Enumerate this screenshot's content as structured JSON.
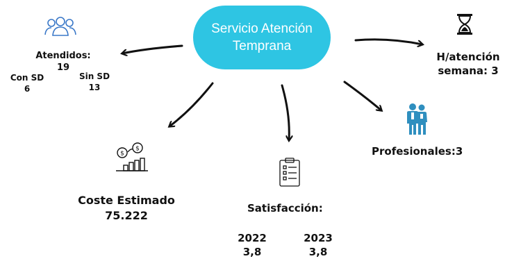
{
  "hub": {
    "line1": "Servicio Atención",
    "line2": "Temprana"
  },
  "atendidos": {
    "label": "Atendidos:",
    "value": "19"
  },
  "con_sd": {
    "label": "Con SD",
    "value": "6"
  },
  "sin_sd": {
    "label": "Sin SD",
    "value": "13"
  },
  "horas": {
    "line1": "H/atención",
    "line2": "semana: 3"
  },
  "profesionales": {
    "label": "Profesionales:3"
  },
  "coste": {
    "label": "Coste Estimado",
    "value": "75.222"
  },
  "satisfaccion": {
    "label": "Satisfacción:",
    "years": [
      {
        "year": "2022",
        "value": "3,8"
      },
      {
        "year": "2023",
        "value": "3,8"
      }
    ]
  },
  "colors": {
    "hub": "#2ec5e3",
    "text": "#111111",
    "professionals_icon": "#2f8fbf"
  },
  "icons": [
    "users-icon",
    "hourglass-icon",
    "professionals-icon",
    "cost-icon",
    "survey-icon"
  ]
}
